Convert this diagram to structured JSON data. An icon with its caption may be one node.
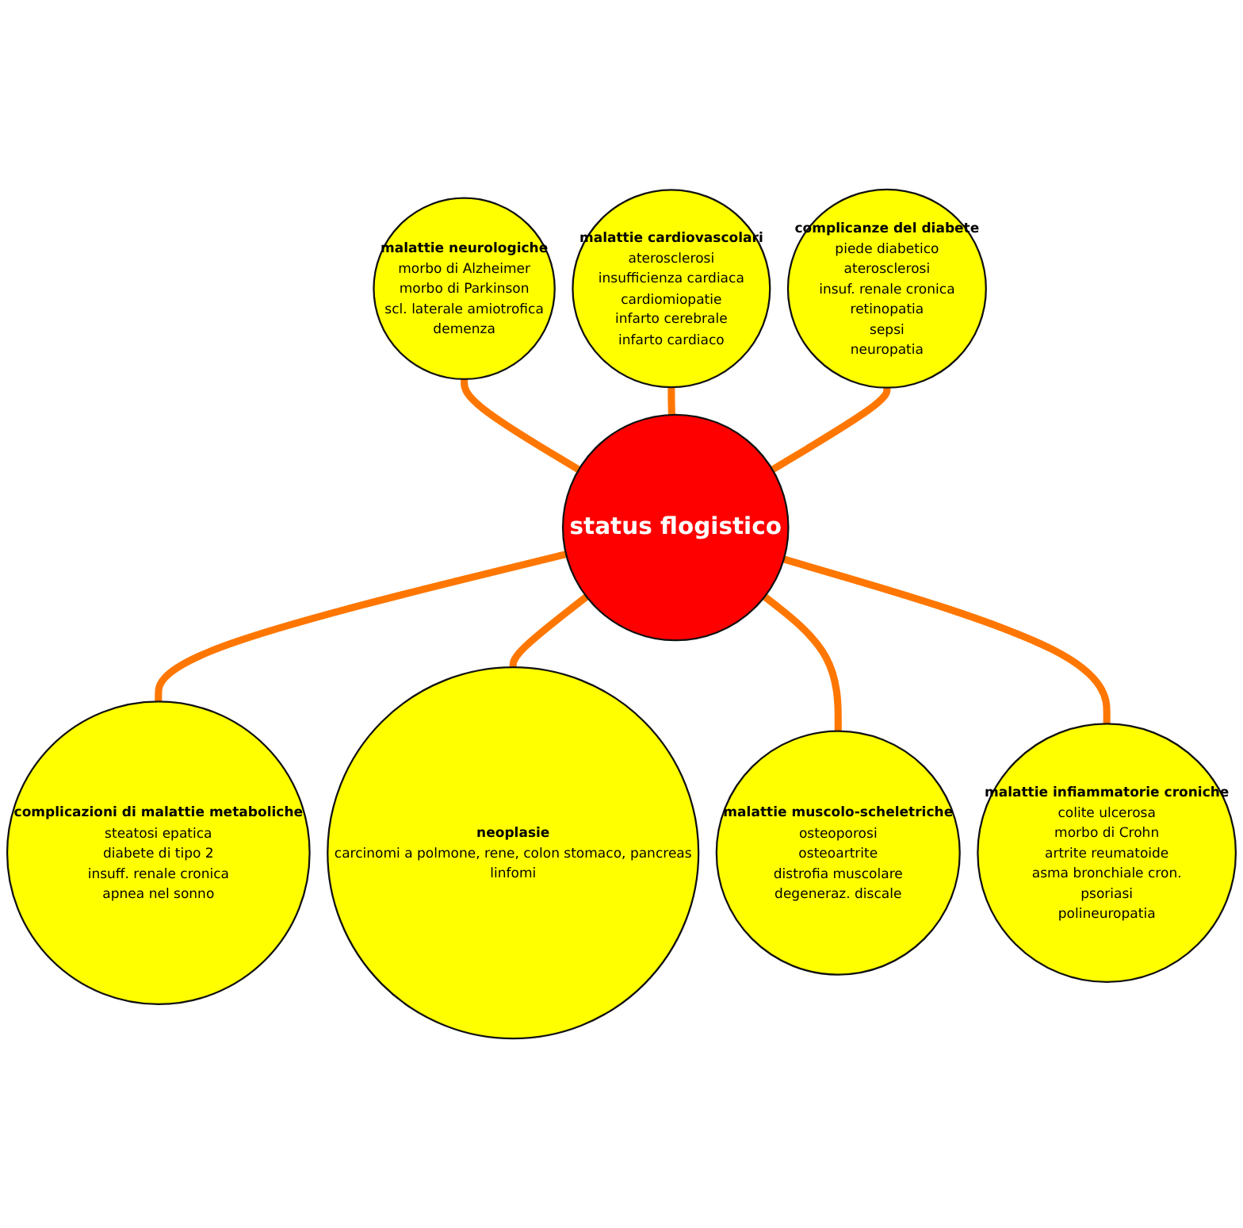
{
  "diagram": {
    "nodes": [
      {
        "text": [
          "malattie cardiovascolari",
          "aterosclerosi",
          "insufficienza cardiaca",
          "cardiomiopatie",
          "infarto cerebrale",
          "infarto cardiaco"
        ]
      },
      {
        "text": [
          "malattie neurologiche",
          "morbo di Alzheimer",
          "morbo di Parkinson",
          "scl. laterale amiotrofica",
          "demenza"
        ]
      },
      {
        "text": [
          "complicanze del diabete",
          "piede diabetico",
          "aterosclerosi",
          "insuf. renale cronica",
          "retinopatia",
          "sepsi",
          "neuropatia"
        ]
      },
      {
        "text": [
          "status flogistico"
        ]
      },
      {
        "text": [
          "complicazioni di malattie metaboliche",
          "steatosi epatica",
          "diabete di tipo 2",
          "insuff. renale cronica",
          "apnea nel sonno"
        ]
      },
      {
        "text": [
          "malattie infiammatorie croniche",
          "colite ulcerosa",
          "morbo di Crohn",
          "artrite reumatoide",
          "asma bronchiale cron.",
          "psoriasi",
          "polineuropatia"
        ]
      },
      {
        "text": [
          "neoplasie",
          "carcinomi a polmone, rene, colon stomaco, pancreas",
          "linfomi"
        ]
      },
      {
        "text": [
          "malattie muscolo-scheletriche",
          "osteoporosi",
          "osteoartrite",
          "distrofia muscolare",
          "degeneraz. discale"
        ]
      }
    ],
    "edges": [
      {
        "from": 1,
        "to": 3,
        "arrow": "none"
      },
      {
        "from": 0,
        "to": 3,
        "arrow": "none"
      },
      {
        "from": 2,
        "to": 3,
        "arrow": "none"
      },
      {
        "from": 3,
        "to": 4,
        "arrow": "none"
      },
      {
        "from": 3,
        "to": 6,
        "arrow": "none"
      },
      {
        "from": 3,
        "to": 7,
        "arrow": "none"
      },
      {
        "from": 3,
        "to": 5,
        "arrow": "none"
      }
    ]
  }
}
